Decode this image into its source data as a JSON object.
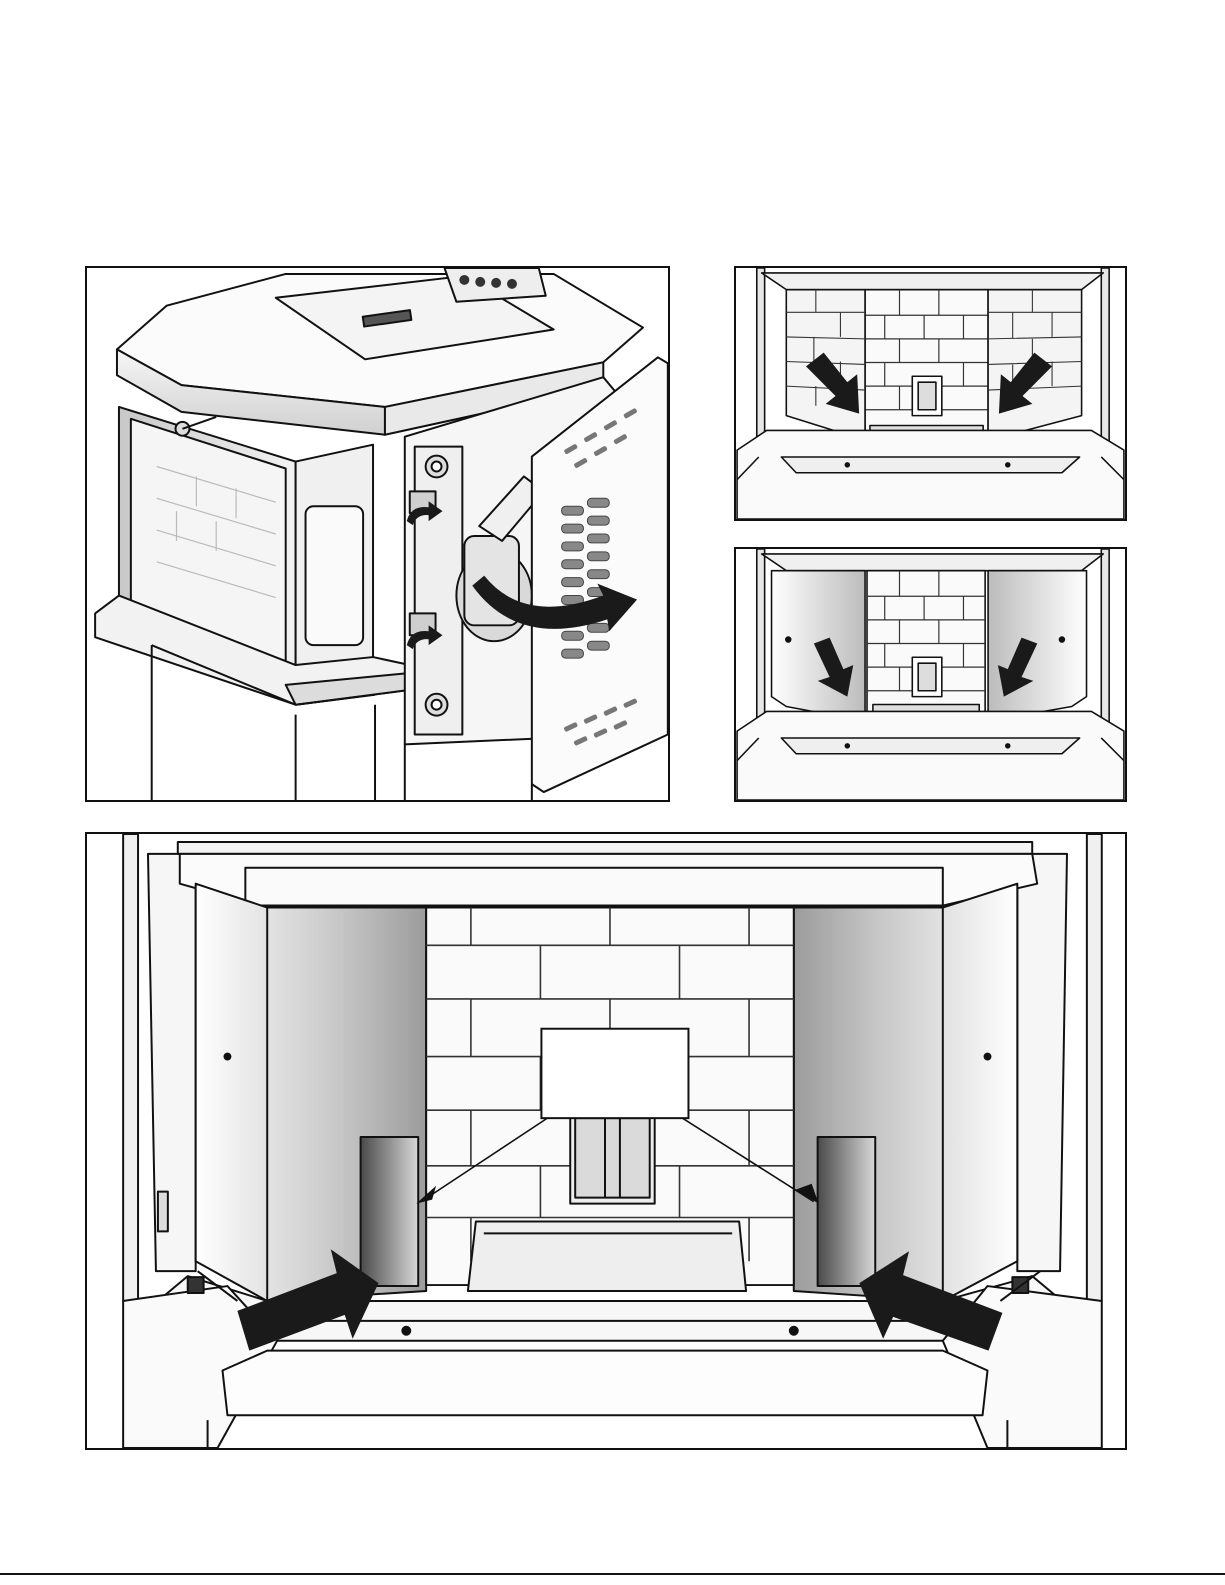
{
  "figures": [
    {
      "id": "a",
      "subject": "stove-side-door-open"
    },
    {
      "id": "b",
      "subject": "firebox-side-brick-panels-removal"
    },
    {
      "id": "c",
      "subject": "firebox-side-panels-removed"
    },
    {
      "id": "d",
      "subject": "firebox-baffle-install"
    }
  ],
  "callout": {
    "text": ""
  },
  "colors": {
    "line": "#111111",
    "arrow": "#1a1a1a",
    "shade": "#b5b5b5",
    "light": "#e8e8e8"
  }
}
